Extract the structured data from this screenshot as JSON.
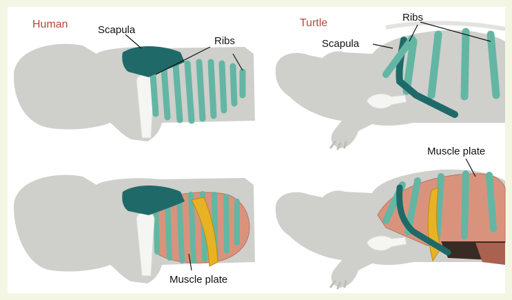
{
  "panels": {
    "human_top": {
      "title": "Human",
      "scapula": "Scapula",
      "ribs": "Ribs"
    },
    "turtle_top": {
      "title": "Turtle",
      "scapula": "Scapula",
      "ribs": "Ribs"
    },
    "human_bottom": {
      "muscle": "Muscle plate"
    },
    "turtle_bottom": {
      "muscle": "Muscle plate"
    }
  },
  "colors": {
    "background": "#f4f6e4",
    "body": "#cfcfcc",
    "scapula": "#1f6a68",
    "rib": "#63b6a3",
    "muscle": "#d9937c",
    "tendon": "#e8b225",
    "bone": "#f5f5f3"
  }
}
